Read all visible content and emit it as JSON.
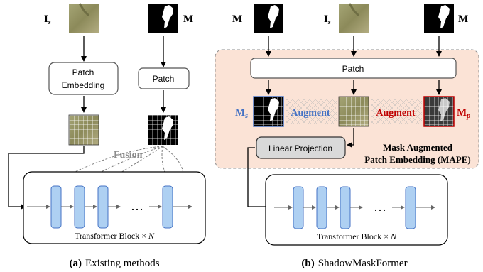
{
  "panel_a": {
    "input_image_label": "I",
    "input_image_sub": "s",
    "mask_label": "M",
    "patch_embedding_line1": "Patch",
    "patch_embedding_line2": "Embedding",
    "patch_label": "Patch",
    "fusion_label": "Fusion",
    "ellipsis": "…",
    "transformer_label": "Transformer Block × N",
    "caption_tag": "(a)",
    "caption": "Existing methods"
  },
  "panel_b": {
    "mask_label_left": "M",
    "input_image_label": "I",
    "input_image_sub": "s",
    "mask_label_right": "M",
    "patch_label": "Patch",
    "ms_label": "M",
    "ms_sub": "s",
    "augment_left": "Augment",
    "augment_right": "Augment",
    "mp_label": "M",
    "mp_sub": "p",
    "linear_projection": "Linear Projection",
    "mape_line1": "Mask Augmented",
    "mape_line2": "Patch Embedding (MAPE)",
    "ellipsis": "…",
    "transformer_label": "Transformer Block × N",
    "caption_tag": "(b)",
    "caption": "ShadowMaskFormer"
  },
  "colors": {
    "mape_background": "#fbe3d6",
    "ms_blue": "#4472c4",
    "mp_red": "#c00000",
    "block_fill": "#aed0f2",
    "block_stroke": "#4472c4",
    "fusion_gray": "#8c8c8c",
    "linear_projection_fill": "#d9d9d9"
  }
}
